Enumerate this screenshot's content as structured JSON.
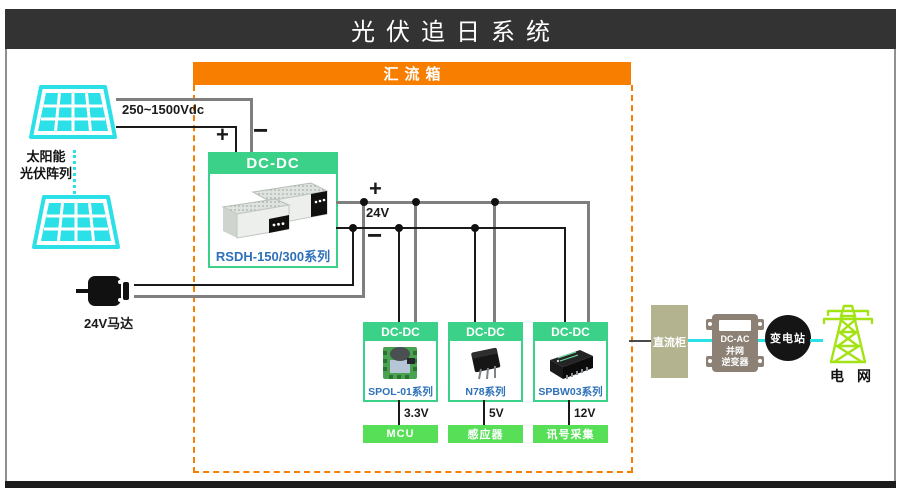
{
  "title": "光伏追日系统",
  "combiner": {
    "label": "汇流箱"
  },
  "solar": {
    "label_line1": "太阳能",
    "label_line2": "光伏阵列",
    "voltage": "250~1500Vdc",
    "plus": "+",
    "minus": "−"
  },
  "main_converter": {
    "header": "DC-DC",
    "series": "RSDH-150/300系列",
    "bus": {
      "plus": "+",
      "voltage": "24V",
      "minus": "−"
    }
  },
  "motor": {
    "label": "24V马达"
  },
  "modules": [
    {
      "header": "DC-DC",
      "series": "SPOL-01系列",
      "output": "3.3V",
      "load": "MCU"
    },
    {
      "header": "DC-DC",
      "series": "N78系列",
      "output": "5V",
      "load": "感应器"
    },
    {
      "header": "DC-DC",
      "series": "SPBW03系列",
      "output": "12V",
      "load": "讯号采集"
    }
  ],
  "grid_chain": {
    "dc_cabinet": "直流柜",
    "inverter_line1": "DC-AC",
    "inverter_line2": "并网",
    "inverter_line3": "逆变器",
    "substation": "变电站",
    "grid": "电网"
  },
  "colors": {
    "dark-bar": "#333333",
    "bottom-bar": "#1c1c1c",
    "orange": "#F87E00",
    "green": "#3BD188",
    "lime": "#57E057",
    "cyan": "#2BE0E6",
    "blue": "#2E71B8",
    "tan": "#B3B38F",
    "taupe": "#8C8174",
    "tower-green": "#A3E314",
    "wire-gray": "#7F7F7F",
    "wire-black": "#1A1A1A"
  }
}
